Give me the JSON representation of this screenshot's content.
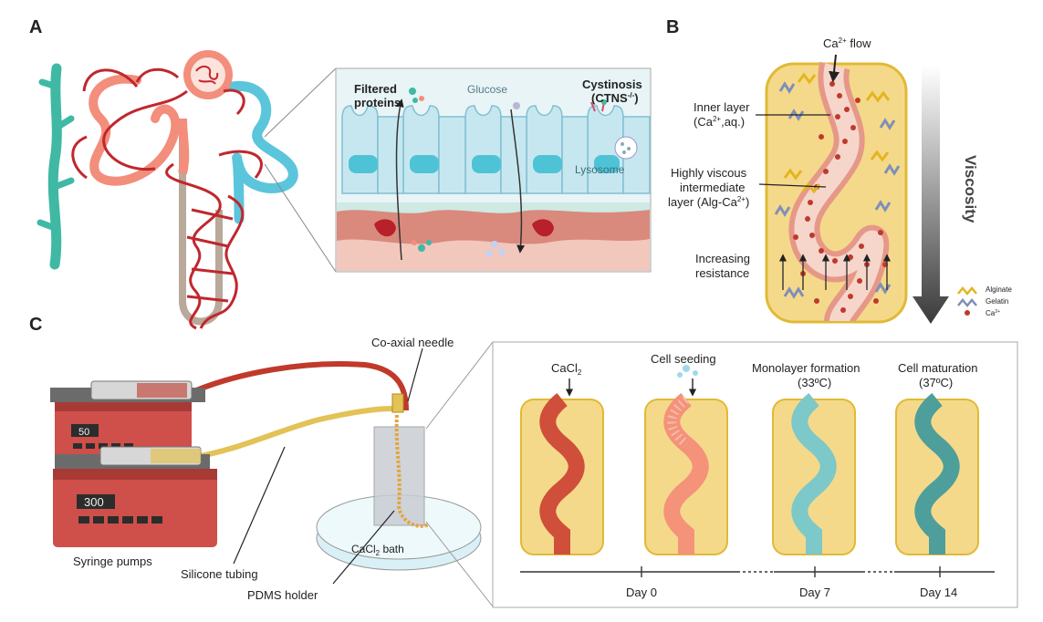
{
  "panels": {
    "a": {
      "letter": "A",
      "labels": {
        "filtered_1": "Filtered",
        "filtered_2": "proteins",
        "glucose": "Glucose",
        "cystinosis_1": "Cystinosis",
        "cystinosis_2": "(CTNS",
        "cystinosis_sup": "-/-",
        "cystinosis_close": ")",
        "lysosome": "Lysosome"
      }
    },
    "b": {
      "letter": "B",
      "labels": {
        "flow_prefix": "Ca",
        "flow_sup": "2+",
        "flow_suffix": " flow",
        "inner_1": "Inner layer",
        "inner_2a": "(Ca",
        "inner_2sup": "2+",
        "inner_2b": ",aq.)",
        "visc_1": "Highly viscous",
        "visc_2": "intermediate",
        "visc_3a": "layer (Alg-Ca",
        "visc_3sup": "2+",
        "visc_3b": ")",
        "resist_1": "Increasing",
        "resist_2": "resistance",
        "viscosity": "Viscosity"
      },
      "legend": {
        "alginate": "Alginate",
        "gelatin": "Gelatin",
        "ca": "Ca",
        "ca_sup": "2+"
      }
    },
    "c": {
      "letter": "C",
      "labels": {
        "needle": "Co-axial needle",
        "pumps": "Syringe pumps",
        "tubing": "Silicone tubing",
        "pdms": "PDMS holder",
        "bath": "CaCl",
        "bath_sub": "2",
        "bath_suffix": " bath",
        "pump1": "50",
        "pump2": "300"
      },
      "stages": {
        "cacl": "CaCl",
        "cacl_sub": "2",
        "seeding": "Cell seeding",
        "mono_1": "Monolayer formation",
        "mono_2": "(33ºC)",
        "mat_1": "Cell maturation",
        "mat_2": "(37ºC)"
      },
      "timeline": {
        "day0": "Day 0",
        "day7": "Day 7",
        "day14": "Day 14"
      }
    }
  },
  "colors": {
    "teal": "#3fb9a3",
    "salmon": "#f28e7b",
    "red_vessel": "#c0272d",
    "blue_tubule": "#5bc5dc",
    "gold_bg": "#f5d98a",
    "gold_border": "#e1b935",
    "dark_red": "#c94a3a",
    "light_teal_tube": "#7dc8c8",
    "dark_teal_tube": "#4e9e9c"
  }
}
